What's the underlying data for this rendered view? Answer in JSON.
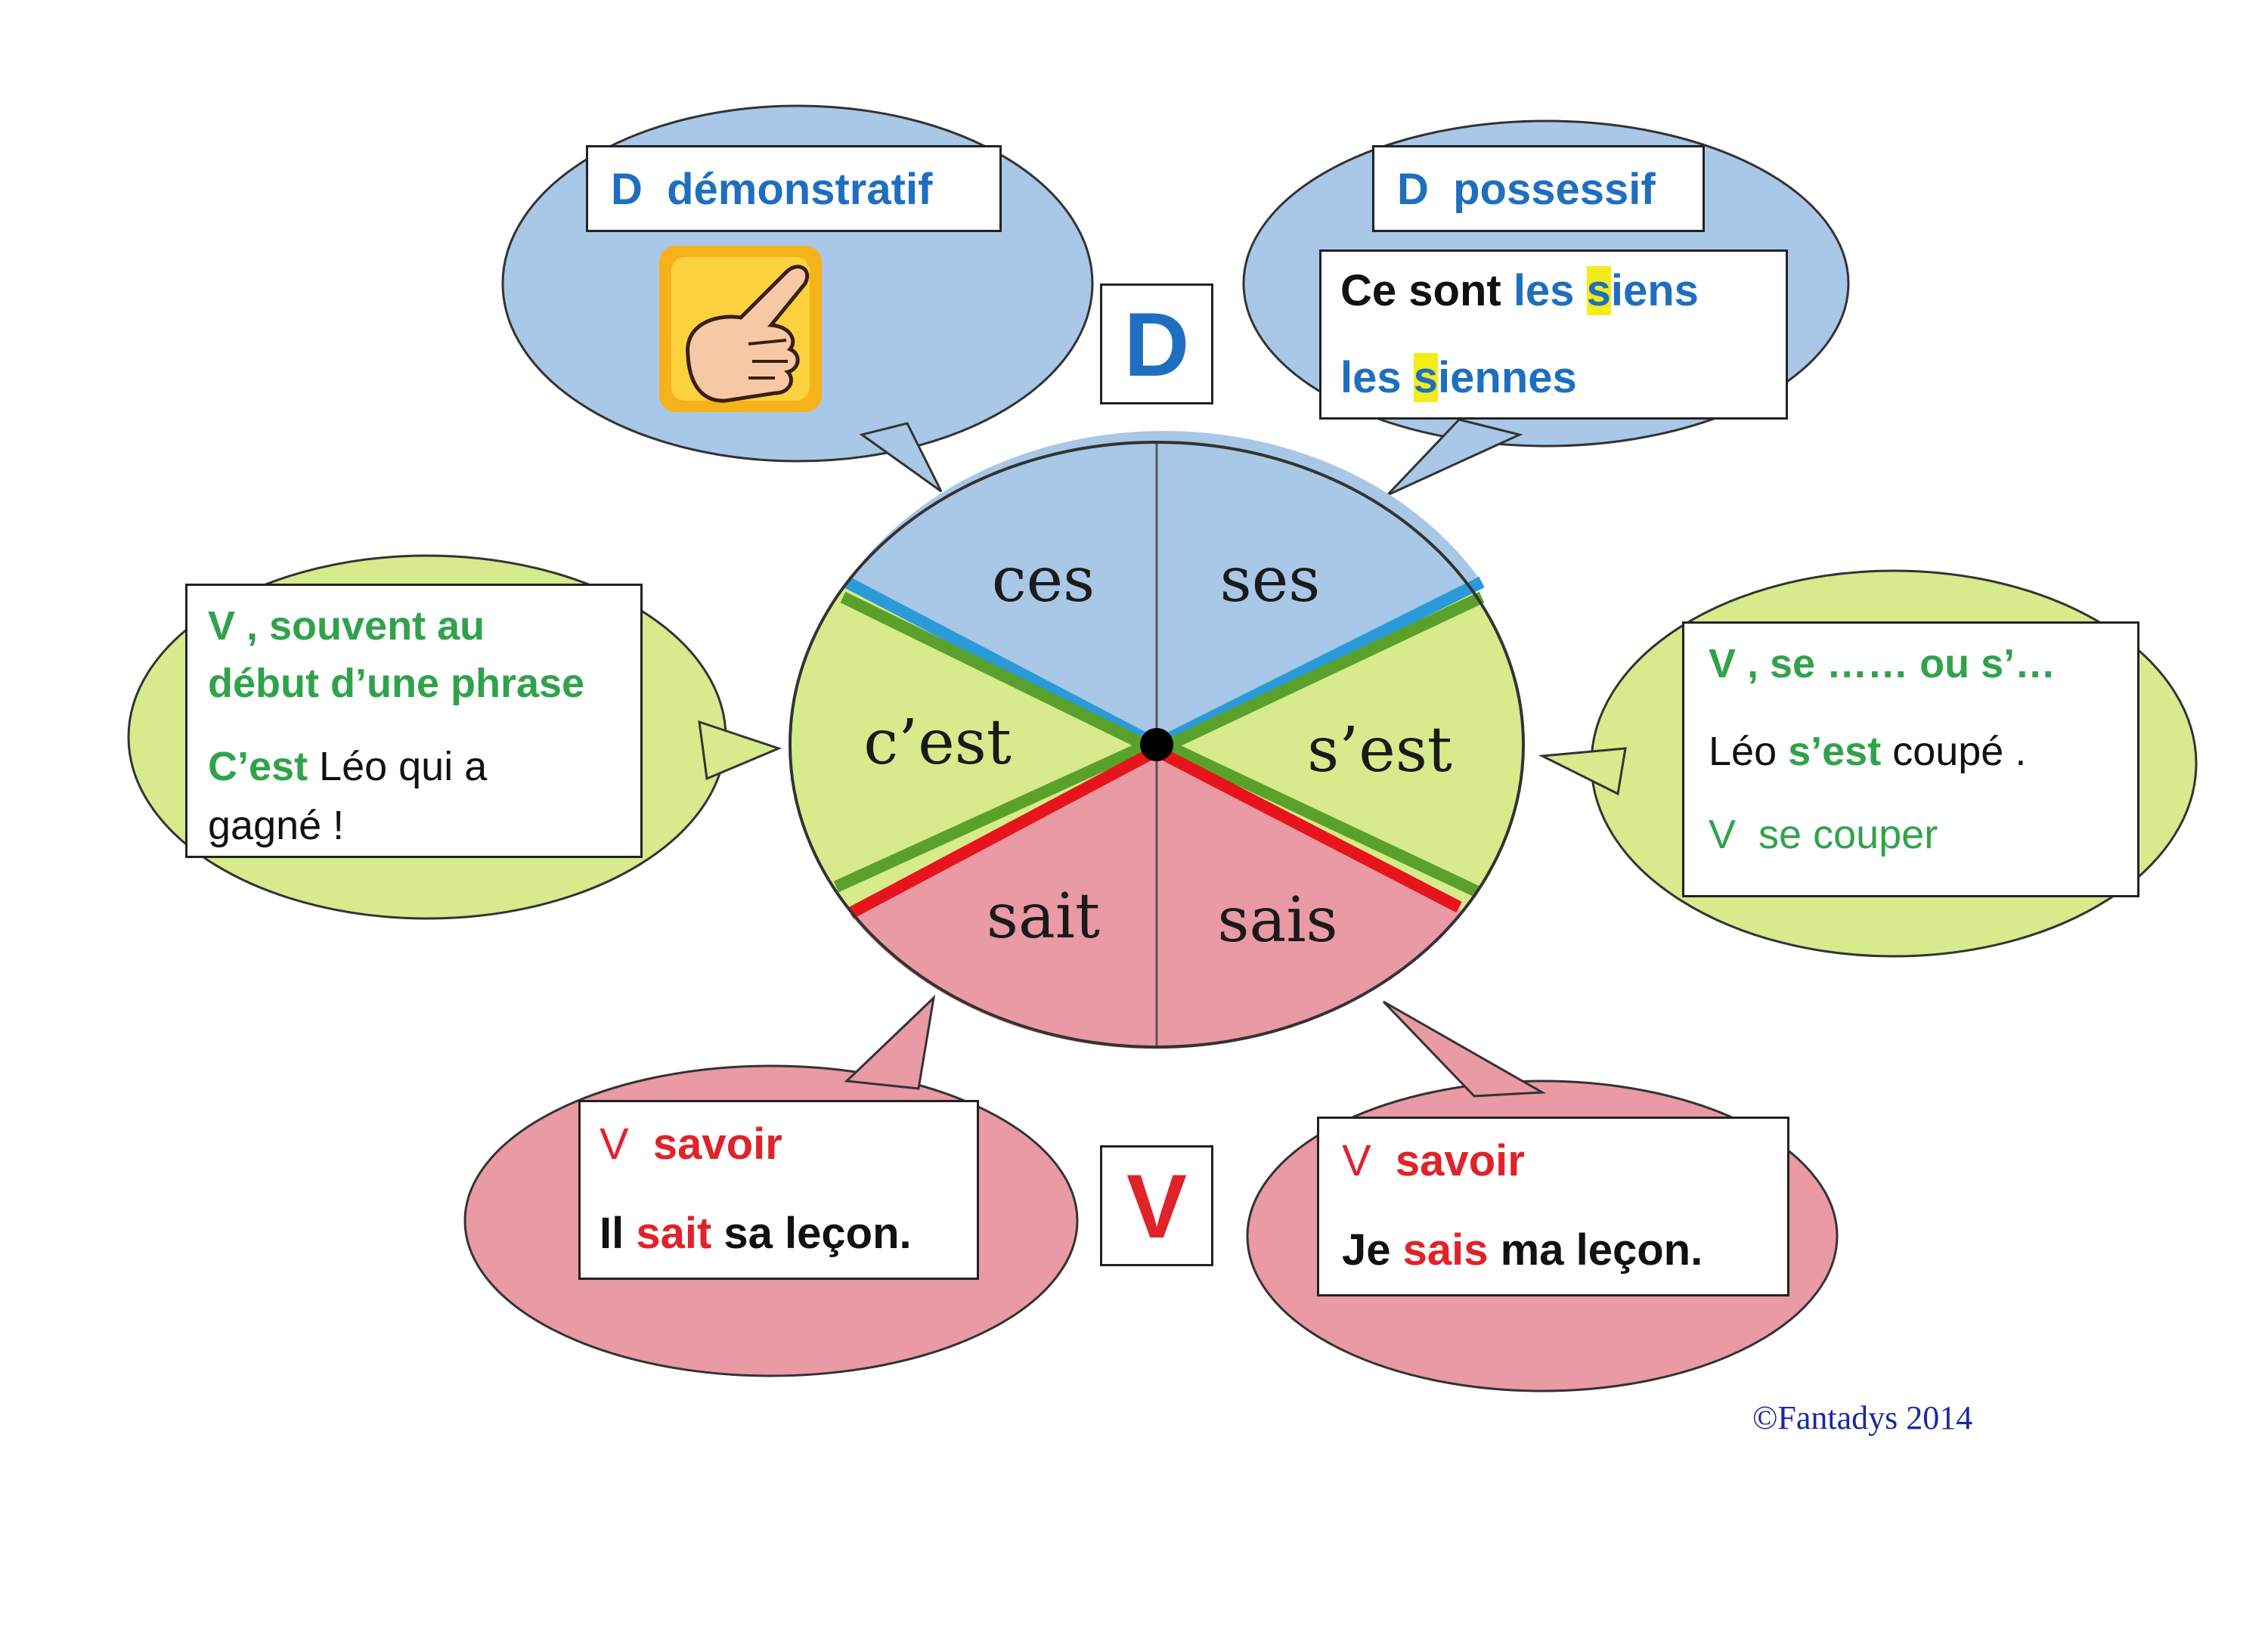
{
  "colors": {
    "blue_fill": "#a9c7e6",
    "green_fill": "#d7ea8c",
    "red_fill": "#e99aa4",
    "blue_ink": "#1f6fc0",
    "green_ink": "#31a24c",
    "red_ink": "#e0222a",
    "highlight": "#f4ec1a",
    "credit_ink": "#1a2aa0"
  },
  "wheel": {
    "labels": [
      "ces",
      "ses",
      "c’est",
      "s’est",
      "sait",
      "sais"
    ]
  },
  "big_letters": {
    "top": "D",
    "bottom": "V"
  },
  "demonstratif": {
    "title_d": "D",
    "title_word": "démonstratif",
    "image_icon": "pointing-hand-icon"
  },
  "possessif": {
    "title_d": "D",
    "title_word": "possessif",
    "line1_a": "Ce sont ",
    "line1_b": "les ",
    "line1_c": "s",
    "line1_d": "iens",
    "line2_a": "les ",
    "line2_b": "s",
    "line2_c": "iennes"
  },
  "cest": {
    "title1": "V , souvent au",
    "title2": "début d’une phrase",
    "ex_a": "C’est",
    "ex_b": " Léo qui a",
    "ex2": "gagné !"
  },
  "sest": {
    "title": "V , se …… ou s’…",
    "ex_a": "Léo ",
    "ex_b": " s’est",
    "ex_c": " coupé .",
    "note_v": "V",
    "note_verb": "se couper"
  },
  "sait": {
    "title_v": "V",
    "title_word": "savoir",
    "ex_a": "Il ",
    "ex_b": " sait",
    "ex_c": " sa leçon."
  },
  "sais": {
    "title_v": "V",
    "title_word": "savoir",
    "ex_a": "Je ",
    "ex_b": " sais",
    "ex_c": " ma leçon."
  },
  "credit": "©Fantadys 2014"
}
